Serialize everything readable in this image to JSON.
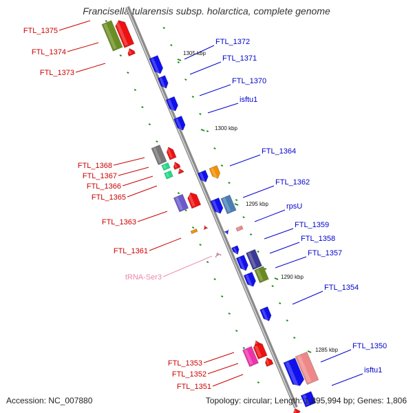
{
  "title": "Francisella tularensis subsp. holarctica, complete genome",
  "footer": {
    "accession": "Accession: NC_007880",
    "topology": "Topology: circular; Length: 1,895,994 bp; Genes: 1,806"
  },
  "colors": {
    "forward_label": "#0000cc",
    "reverse_label": "#cc0000",
    "rna_label": "#ee88aa",
    "backbone": "#888888",
    "tick": "#228b22"
  },
  "scale_labels": [
    "1305 kbp",
    "1300 kbp",
    "1295 kbp",
    "1290 kbp",
    "1285 kbp"
  ],
  "labels_right": [
    "FTL_1372",
    "FTL_1371",
    "FTL_1370",
    "isftu1",
    "FTL_1364",
    "FTL_1362",
    "rpsU",
    "FTL_1359",
    "FTL_1358",
    "FTL_1357",
    "FTL_1354",
    "FTL_1350",
    "isftu1"
  ],
  "labels_left": [
    "FTL_1375",
    "FTL_1374",
    "FTL_1373",
    "FTL_1368",
    "FTL_1367",
    "FTL_1366",
    "FTL_1365",
    "FTL_1363",
    "FTL_1361",
    "tRNA-Ser3",
    "FTL_1353",
    "FTL_1352",
    "FTL_1351"
  ]
}
